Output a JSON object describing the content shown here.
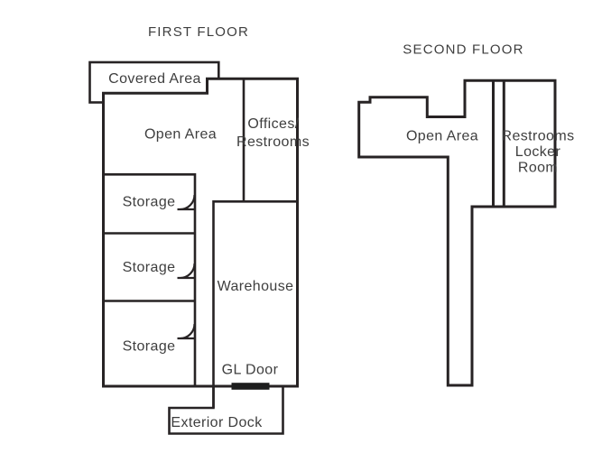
{
  "page": {
    "background": "#ffffff",
    "wall_color": "#272324",
    "text_color": "#3e3e3e",
    "door_marker_color": "#1d1d1d",
    "door_swing_count": 3
  },
  "first_floor": {
    "title": "FIRST FLOOR",
    "labels": {
      "covered_area": "Covered Area",
      "open_area": "Open Area",
      "offices_line1": "Offices/",
      "offices_line2": "Restrooms",
      "storage_1": "Storage",
      "storage_2": "Storage",
      "storage_3": "Storage",
      "warehouse": "Warehouse",
      "gl_door": "GL Door",
      "exterior_dock": "Exterior Dock"
    }
  },
  "second_floor": {
    "title": "SECOND FLOOR",
    "labels": {
      "open_area": "Open Area",
      "restrooms_line1": "Restrooms",
      "restrooms_line2": "Locker",
      "restrooms_line3": "Room"
    }
  }
}
